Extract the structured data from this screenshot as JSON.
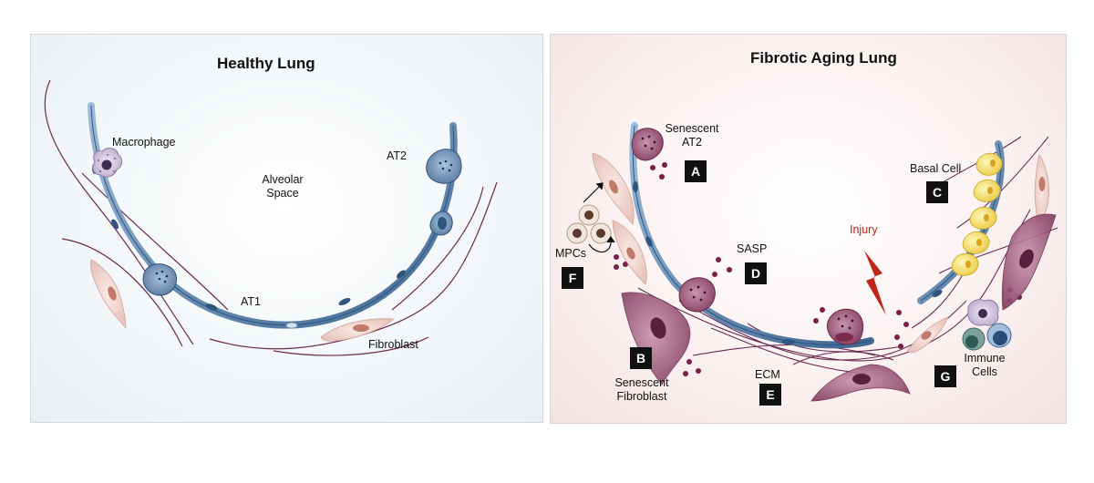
{
  "panels": {
    "healthy": {
      "title": "Healthy Lung",
      "labels": {
        "macrophage": "Macrophage",
        "alveolar_space": "Alveolar\nSpace",
        "at2": "AT2",
        "at1": "AT1",
        "fibroblast": "Fibroblast"
      }
    },
    "fibrotic": {
      "title": "Fibrotic Aging Lung",
      "labels": {
        "senescent_at2": "Senescent\nAT2",
        "basal_cell": "Basal Cell",
        "injury": "Injury",
        "sasp": "SASP",
        "mpcs": "MPCs",
        "senescent_fibroblast": "Senescent\nFibroblast",
        "ecm": "ECM",
        "immune_cells": "Immune\nCells"
      },
      "badges": {
        "a": "A",
        "b": "B",
        "c": "C",
        "d": "D",
        "e": "E",
        "f": "F",
        "g": "G"
      }
    }
  },
  "colors": {
    "epithelium": "#4f77a3",
    "epithelium_light": "#8fb0d0",
    "fibroblast_fill": "#f1d8d2",
    "fibroblast_nucleus": "#c07a6b",
    "senescent": "#8a3f62",
    "ecm_fiber": "#6b2a52",
    "sasp_dot": "#7c1d4a",
    "injury": "#c0261a",
    "basal_cell": "#f3e07a"
  }
}
